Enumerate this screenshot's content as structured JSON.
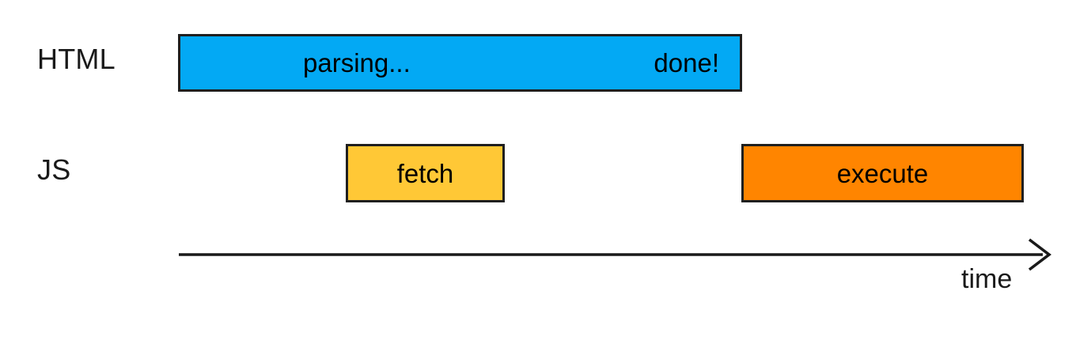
{
  "diagram": {
    "title_text": "",
    "rows": [
      {
        "label": "HTML",
        "bars": [
          {
            "name": "parsing",
            "left_text": "parsing...",
            "right_text": "done!",
            "color": "#03a9f4",
            "border_color": "#1f1f1f"
          }
        ]
      },
      {
        "label": "JS",
        "bars": [
          {
            "name": "fetch",
            "text": "fetch",
            "color": "#ffc836",
            "border_color": "#1f1f1f"
          },
          {
            "name": "execute",
            "text": "execute",
            "color": "#ff8500",
            "border_color": "#1f1f1f"
          }
        ]
      }
    ],
    "axis": {
      "label": "time",
      "arrow_icon": "arrow-right-icon",
      "stroke_color": "#1a1a1a"
    }
  }
}
